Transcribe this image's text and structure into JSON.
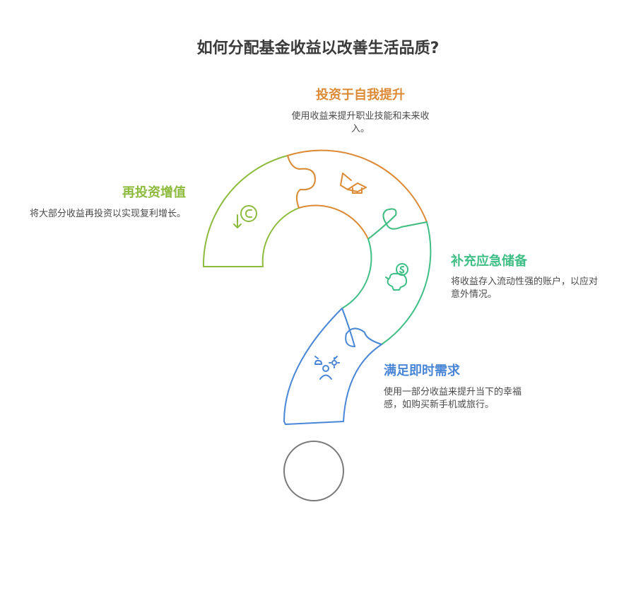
{
  "title": "如何分配基金收益以改善生活品质?",
  "colors": {
    "title": "#3a3a3a",
    "top": "#dc8a35",
    "left": "#8dbb3d",
    "right": "#3fbf86",
    "bottom": "#4a86d6",
    "dot": "#7a7a7a"
  },
  "sections": {
    "top": {
      "title": "投资于自我提升",
      "description": "使用收益来提升职业技能和未来收入。",
      "icon": "graduation-cap-icon"
    },
    "left": {
      "title": "再投资增值",
      "description": "将大部分收益再投资以实现复利增长。",
      "icon": "reinvest-coin-icon"
    },
    "right": {
      "title": "补充应急储备",
      "description": "将收益存入流动性强的账户，以应对意外情况。",
      "icon": "piggy-bank-icon"
    },
    "bottom": {
      "title": "满足即时需求",
      "description": "使用一部分收益来提升当下的幸福感，如购买新手机或旅行。",
      "icon": "happy-person-icon"
    }
  }
}
